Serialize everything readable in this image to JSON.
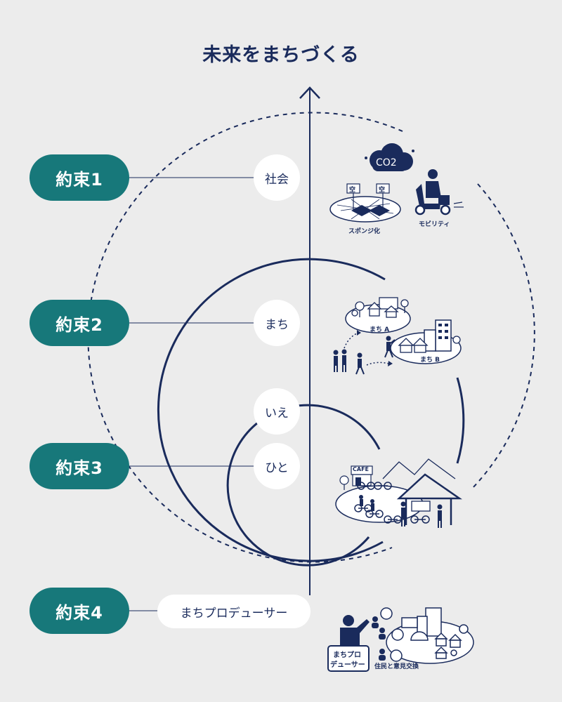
{
  "title": "未来をまちづくる",
  "promises": [
    {
      "label": "約束1",
      "topic": "社会"
    },
    {
      "label": "約束2",
      "topic": "まち"
    },
    {
      "label": "約束3",
      "topic": "ひと",
      "topic_extra": "いえ"
    },
    {
      "label": "約束4",
      "topic": "まちプロデューサー"
    }
  ],
  "illustrations": {
    "society": {
      "co2": "CO2",
      "vacant_mark": "空",
      "sponge_label": "スポンジ化",
      "mobility_label": "モビリティ"
    },
    "town": {
      "town_a": "まち A",
      "town_b": "まち B"
    },
    "people": {
      "cafe_sign": "CAFE"
    },
    "producer": {
      "badge_line1": "まちプロ",
      "badge_line2": "デューサー",
      "exchange_label": "住民と意見交換"
    }
  },
  "colors": {
    "navy": "#1a2b5c",
    "teal": "#17787a",
    "background": "#ececec",
    "bubble": "#ffffff"
  }
}
